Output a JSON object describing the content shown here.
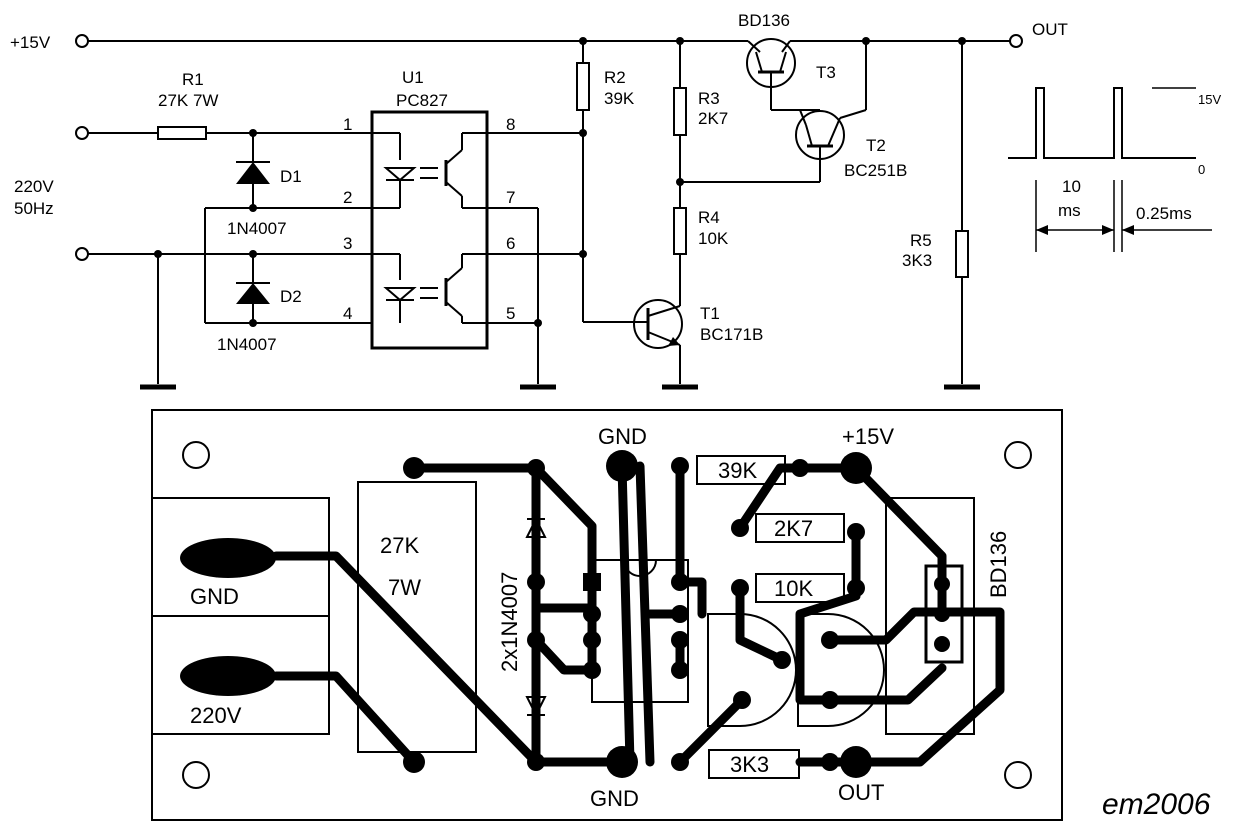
{
  "schematic": {
    "supply_label": "+15V",
    "out_label": "OUT",
    "mains_label_1": "220V",
    "mains_label_2": "50Hz",
    "r1_name": "R1",
    "r1_value": "27K  7W",
    "d1_name": "D1",
    "d1_part": "1N4007",
    "d2_name": "D2",
    "d2_part": "1N4007",
    "u1_name": "U1",
    "u1_part": "PC827",
    "pins": [
      "1",
      "2",
      "3",
      "4",
      "5",
      "6",
      "7",
      "8"
    ],
    "r2_name": "R2",
    "r2_value": "39K",
    "r3_name": "R3",
    "r3_value": "2K7",
    "r4_name": "R4",
    "r4_value": "10K",
    "r5_name": "R5",
    "r5_value": "3K3",
    "t1_name": "T1",
    "t1_part": "BC171B",
    "t2_name": "T2",
    "t2_part": "BC251B",
    "t3_name": "T3",
    "t3_part": "BD136",
    "wave_high": "15V",
    "wave_low": "0",
    "wave_period_1": "10",
    "wave_period_2": "ms",
    "wave_pulse": "0.25ms"
  },
  "pcb": {
    "gnd_top": "GND",
    "v15_top": "+15V",
    "gnd_left": "GND",
    "v220_left": "220V",
    "r1_value_1": "27K",
    "r1_value_2": "7W",
    "diodes_label": "2x1N4007",
    "r_39k": "39K",
    "r_2k7": "2K7",
    "r_10k": "10K",
    "r_3k3": "3K3",
    "bd136": "BD136",
    "gnd_bottom": "GND",
    "out_bottom": "OUT"
  },
  "signature": "em2006"
}
